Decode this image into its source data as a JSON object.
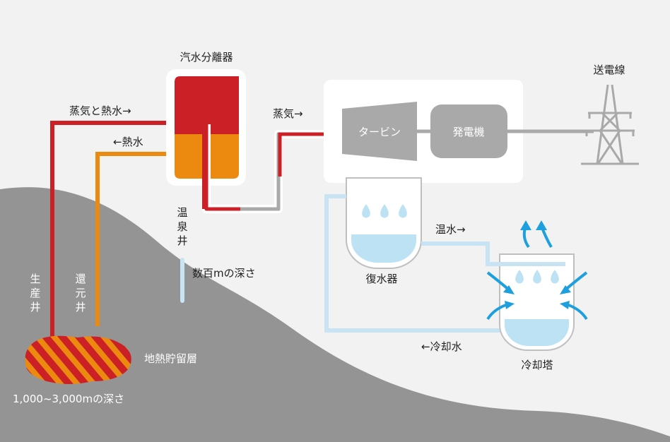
{
  "labels": {
    "separator": "汽水分離器",
    "steam_hot_water": "蒸気と熱水→",
    "hot_water_return": "←熱水",
    "steam": "蒸気→",
    "turbine": "タービン",
    "generator": "発電機",
    "power_line": "送電線",
    "hot_spring_well": [
      "温",
      "泉",
      "井"
    ],
    "depth_hundreds": "数百mの深さ",
    "production_well": [
      "生",
      "産",
      "井"
    ],
    "reinjection_well": [
      "還",
      "元",
      "井"
    ],
    "reservoir": "地熱貯留層",
    "depth_reservoir": "1,000~3,000mの深さ",
    "condenser": "復水器",
    "warm_water": "温水→",
    "cooling_water": "←冷却水",
    "cooling_tower": "冷却塔"
  },
  "colors": {
    "background": "#f2f2f2",
    "ground": "#949494",
    "steam_red": "#cc2027",
    "hot_water_orange": "#ec8a10",
    "cold_blue": "#c7e3f4",
    "water_fill": "#bde2f4",
    "machine_gray": "#a9a9a9",
    "arrow_blue": "#1ea0de"
  },
  "icons": [
    "pylon-icon",
    "water-drop-icon",
    "airflow-arrow-icon",
    "steam-arrow-icon"
  ]
}
